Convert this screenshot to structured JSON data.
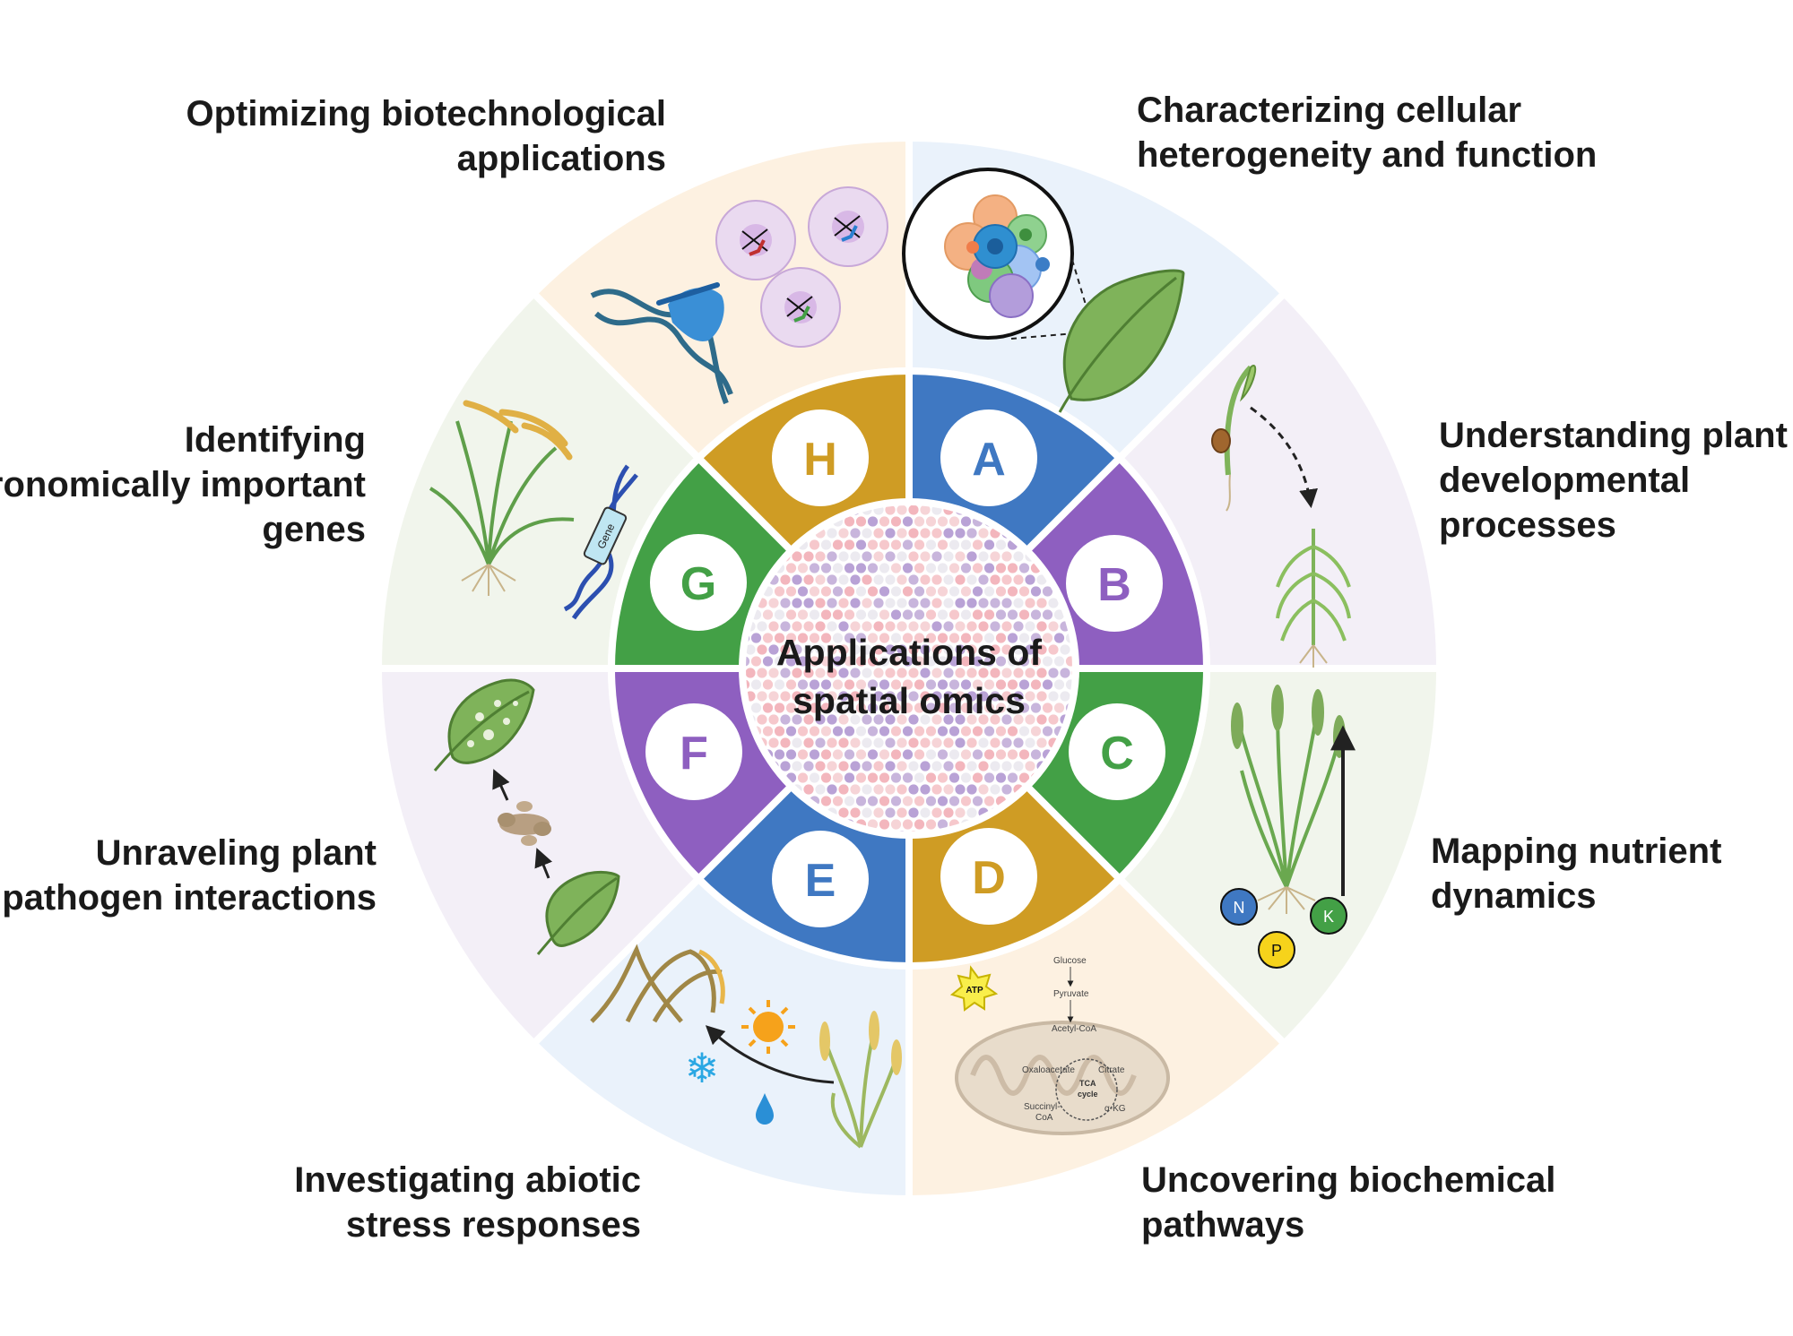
{
  "center": {
    "line1": "Applications of",
    "line2": "spatial omics"
  },
  "segments": [
    {
      "letter": "A",
      "label_line1": "Characterizing cellular",
      "label_line2": "heterogeneity and function",
      "label_line3": ""
    },
    {
      "letter": "B",
      "label_line1": "Understanding plant",
      "label_line2": "developmental",
      "label_line3": "processes"
    },
    {
      "letter": "C",
      "label_line1": "Mapping nutrient",
      "label_line2": "dynamics",
      "label_line3": ""
    },
    {
      "letter": "D",
      "label_line1": "Uncovering biochemical",
      "label_line2": "pathways",
      "label_line3": ""
    },
    {
      "letter": "E",
      "label_line1": "Investigating abiotic",
      "label_line2": "stress responses",
      "label_line3": ""
    },
    {
      "letter": "F",
      "label_line1": "Unraveling plant",
      "label_line2": "pathogen interactions",
      "label_line3": ""
    },
    {
      "letter": "G",
      "label_line1": "Identifying",
      "label_line2": "agronomically important",
      "label_line3": "genes"
    },
    {
      "letter": "H",
      "label_line1": "Optimizing biotechnological",
      "label_line2": "applications",
      "label_line3": ""
    }
  ],
  "colors": {
    "blue": "#3f78c2",
    "purple": "#8e5fc0",
    "green": "#43a046",
    "gold": "#cf9c24",
    "bg_A": "#eaf2fb",
    "bg_B": "#f3eff7",
    "bg_C": "#f1f5ec",
    "bg_D": "#fdf1e1",
    "bg_E": "#eaf2fb",
    "bg_F": "#f3eff7",
    "bg_G": "#f1f5ec",
    "bg_H": "#fdf1e1"
  },
  "illustrations": {
    "gene_tag": "Gene",
    "atp": "ATP",
    "nutrients": [
      "N",
      "P",
      "K"
    ],
    "pathway": {
      "glucose": "Glucose",
      "pyruvate": "Pyruvate",
      "acetyl_coa": "Acetyl-CoA",
      "oxaloacetate": "Oxaloacetate",
      "citrate": "Citrate",
      "tca": "TCA",
      "cycle": "cycle",
      "succinyl": "Succinyl-",
      "coa": "CoA",
      "akg": "α-KG"
    }
  }
}
